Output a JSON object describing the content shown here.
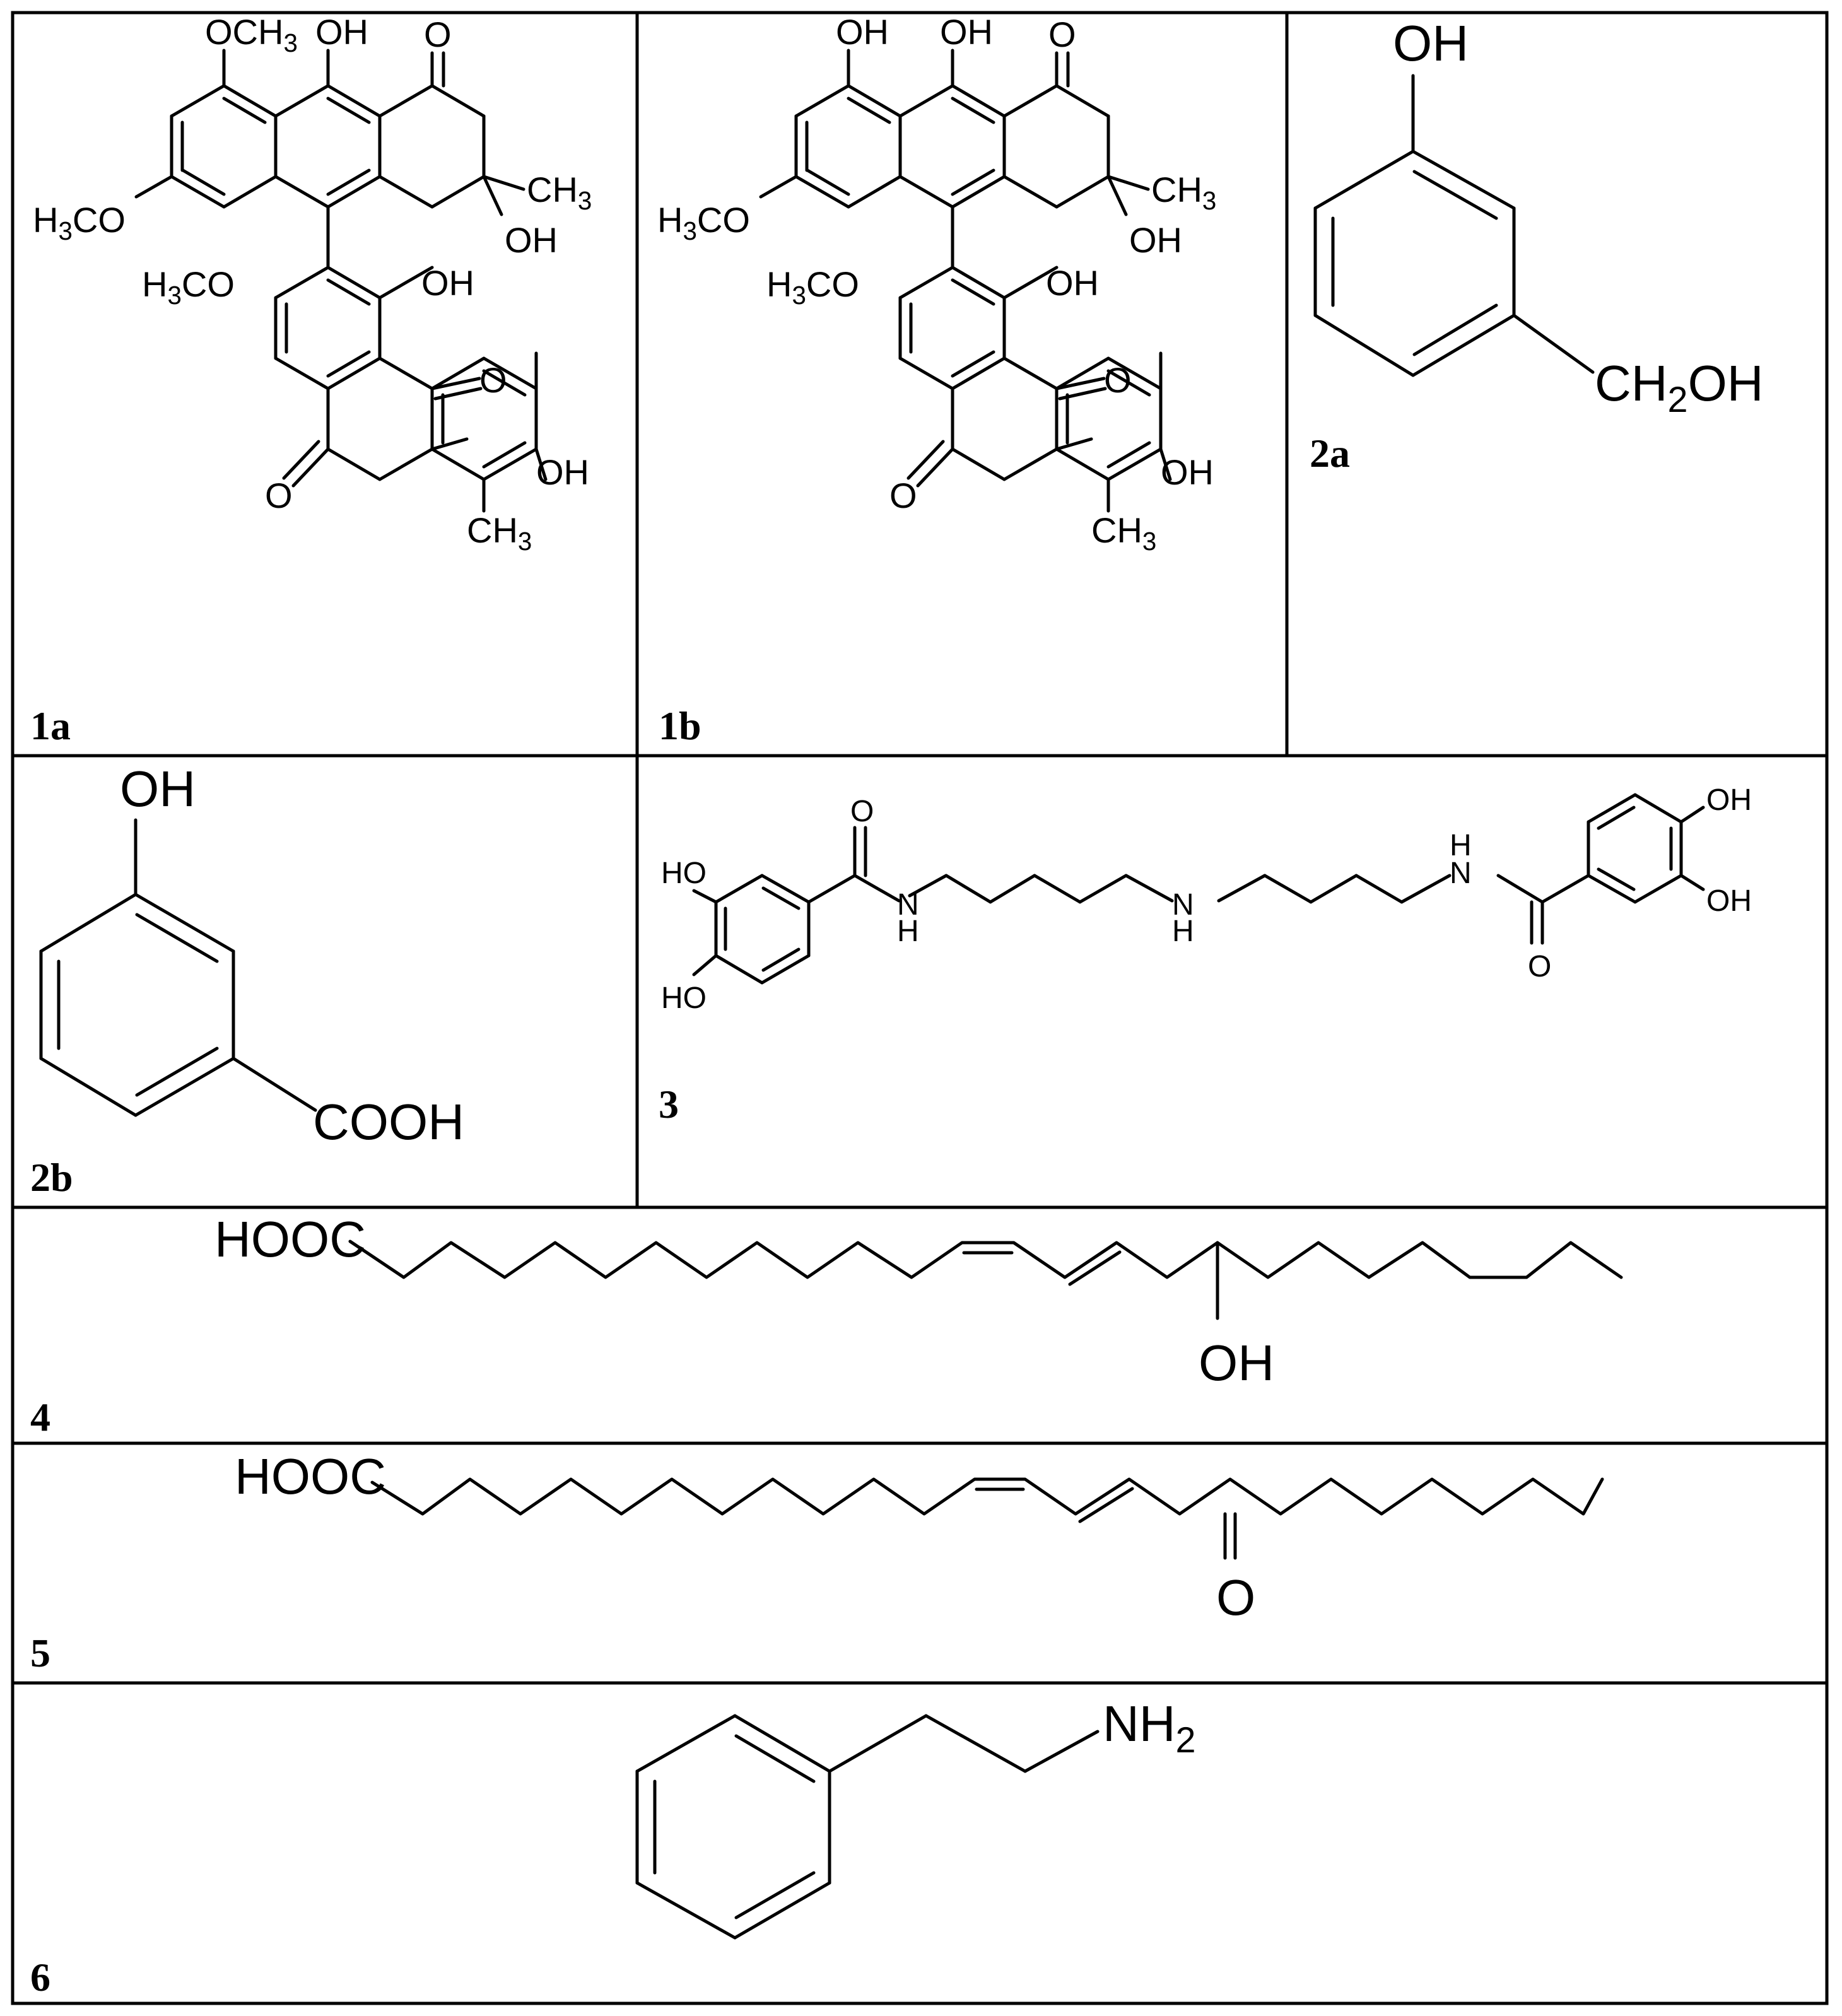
{
  "figure": {
    "labels": {
      "p1a": "1a",
      "p1b": "1b",
      "p2a": "2a",
      "p2b": "2b",
      "p3": "3",
      "p4": "4",
      "p5": "5",
      "p6": "6"
    },
    "groups": {
      "OH": "OH",
      "OCH": "OCH",
      "H3C": "H",
      "CH": "CH",
      "H": "H",
      "O": "O",
      "N": "N",
      "COOH": "COOH",
      "HOOC": "HOOC",
      "HO": "HO",
      "NH": "NH",
      "CO": "CO",
      "three": "3",
      "two": "2"
    }
  }
}
